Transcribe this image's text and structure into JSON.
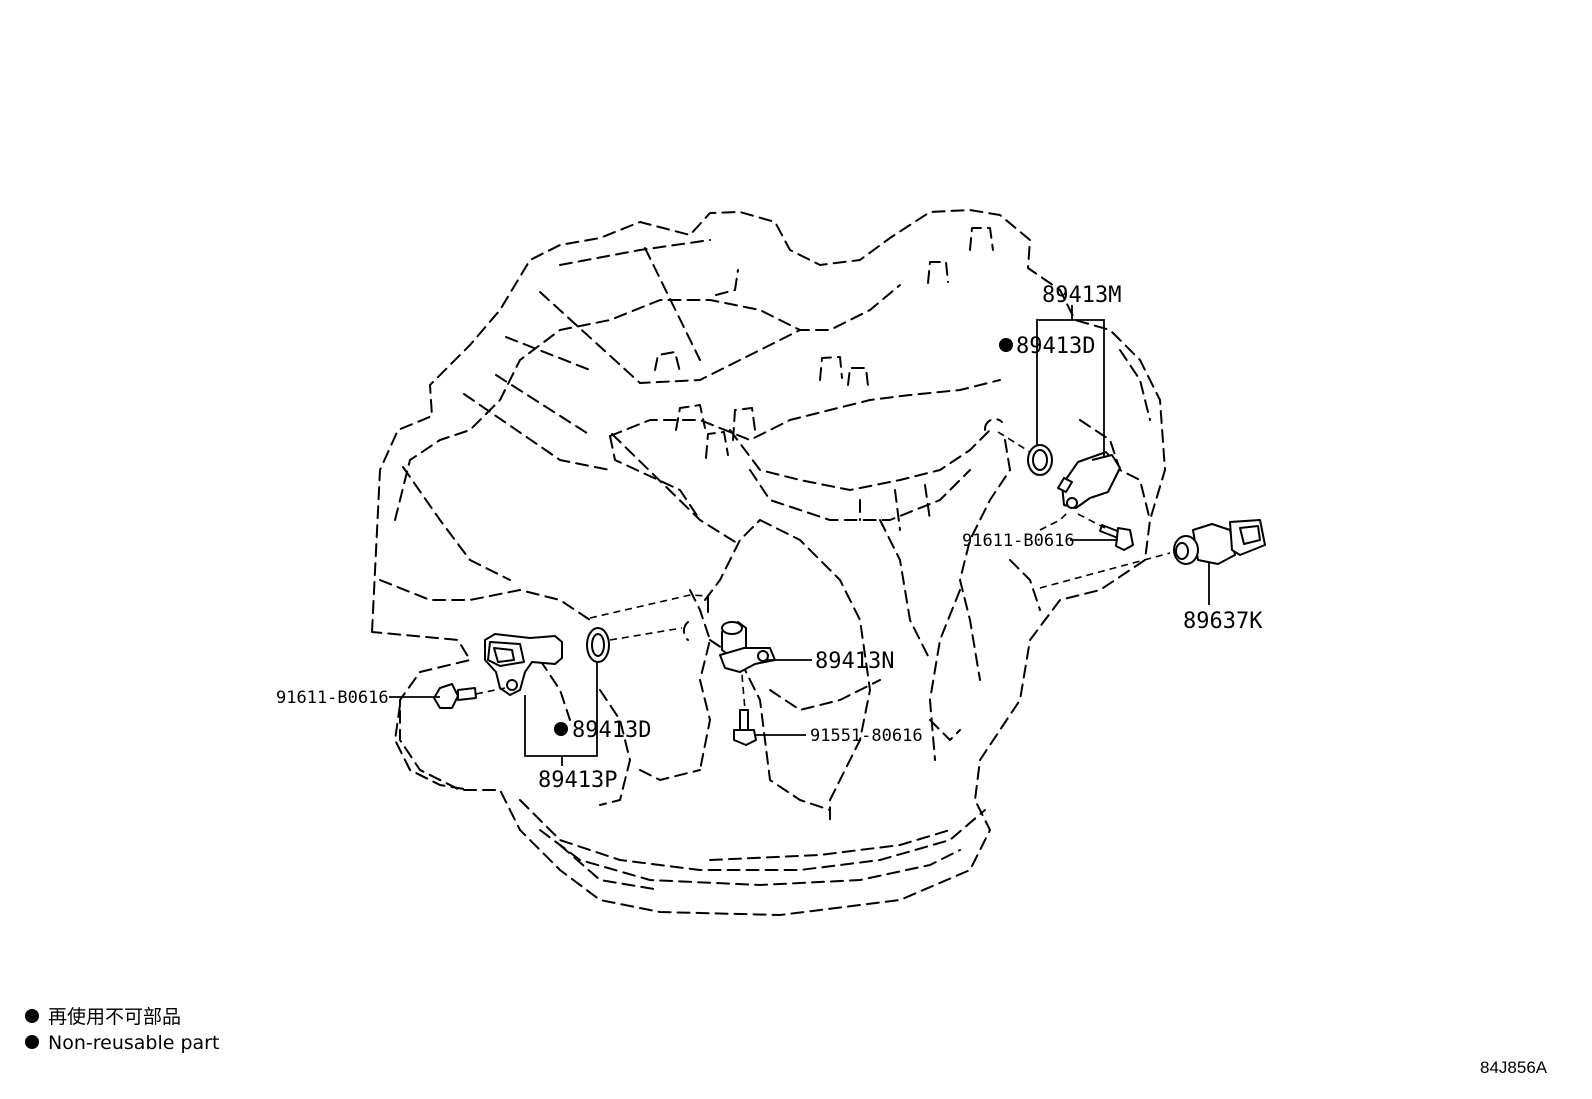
{
  "labels": {
    "p89413M": "89413M",
    "p89413D_top": "89413D",
    "p91611_right": "91611-B0616",
    "p89637K": "89637K",
    "p89413N": "89413N",
    "p91551": "91551-80616",
    "p91611_left": "91611-B0616",
    "p89413D_bottom": "89413D",
    "p89413P": "89413P"
  },
  "legend": {
    "line1": "再使用不可部品",
    "line2": "Non-reusable part"
  },
  "diagram_code": "84J856A"
}
